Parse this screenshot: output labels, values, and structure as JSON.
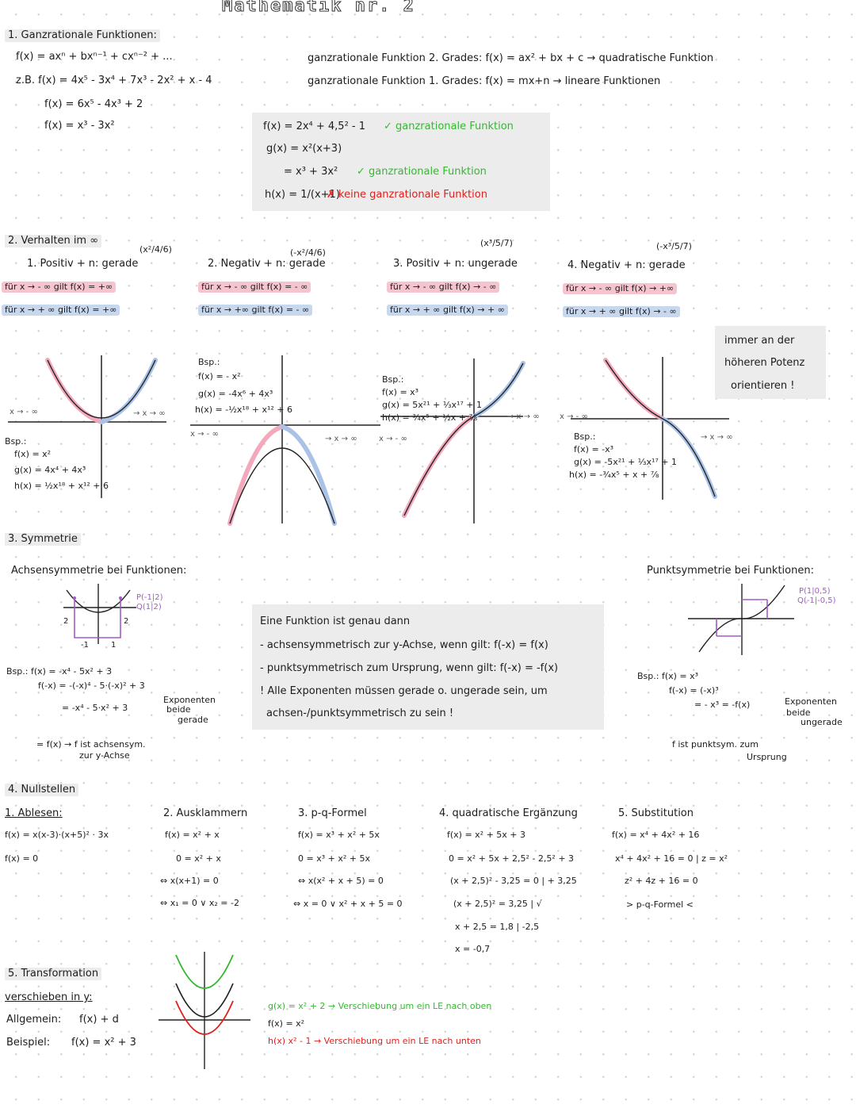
{
  "title": "Mathematik nr. 2",
  "s1": {
    "heading": "1. Ganzrationale Funktionen:",
    "l1": "f(x) = axⁿ + bxⁿ⁻¹ + cxⁿ⁻² + ...",
    "l2": "z.B. f(x) = 4x⁵ - 3x⁴ + 7x³ - 2x² + x - 4",
    "l3": "f(x) = 6x⁵ - 4x³ + 2",
    "l4": "f(x) = x³ - 3x²",
    "r1": "ganzrationale Funktion 2. Grades: f(x) = ax² + bx + c → quadratische Funktion",
    "r2": "ganzrationale Funktion 1. Grades: f(x) = mx+n → lineare Funktionen",
    "b1": "f(x) = 2x⁴ + 4,5² - 1",
    "b1c": "✓ ganzrationale Funktion",
    "b2": "g(x) = x²(x+3)",
    "b3": "= x³ + 3x²",
    "b3c": "✓ ganzrationale Funktion",
    "b4": "h(x) = 1/(x+1)",
    "b4c": "✗ keine ganzrationale Funktion"
  },
  "s2": {
    "heading": "2. Verhalten im ∞",
    "c1": {
      "sig": "(x²/4/6)",
      "name": "1. Positiv + n: gerade",
      "a": "für x → - ∞ gilt f(x) = +∞",
      "b": "für x → + ∞ gilt f(x) = +∞"
    },
    "c2": {
      "sig": "(-x²/4/6)",
      "name": "2. Negativ + n: gerade",
      "a": "für x → - ∞ gilt f(x) = - ∞",
      "b": "für x → +∞ gilt f(x) = - ∞"
    },
    "c3": {
      "sig": "(x³/5/7)",
      "name": "3. Positiv + n: ungerade",
      "a": "für x → - ∞ gilt f(x) → - ∞",
      "b": "für x → + ∞ gilt f(x) → + ∞"
    },
    "c4": {
      "sig": "(-x³/5/7)",
      "name": "4. Negativ + n: gerade",
      "a": "für x → - ∞ gilt f(x) → +∞",
      "b": "für x → + ∞ gilt f(x) → - ∞"
    },
    "note1": "immer an der",
    "note2": "höheren Potenz",
    "note3": "orientieren !",
    "xneg": "x → - ∞",
    "xpos": "→ x → ∞",
    "e1": {
      "bsp": "Bsp.:",
      "f": "f(x) = x²",
      "g": "g(x) = 4x⁴ + 4x³",
      "h": "h(x) = ½x¹⁸ + x¹² + 6"
    },
    "e2": {
      "bsp": "Bsp.:",
      "f": "f(x) = - x²",
      "g": "g(x) = -4x⁶ + 4x³",
      "h": "h(x) = -½x¹⁸ + x¹² + 6"
    },
    "e3": {
      "bsp": "Bsp.:",
      "f": "f(x) = x³",
      "g": "g(x) = 5x²¹ + ⅓x¹⁷ + 1",
      "h": "h(x) = ¾x⁵ + ½x + ⅞"
    },
    "e4": {
      "bsp": "Bsp.:",
      "f": "f(x) = -x³",
      "g": "g(x) = -5x²¹ + ⅓x¹⁷ + 1",
      "h": "h(x) = -¾x⁵ + x + ⅞"
    }
  },
  "s3": {
    "heading": "3. Symmetrie",
    "left_title": "Achsensymmetrie bei Funktionen:",
    "pl": "P(-1|2)",
    "ql": "Q(1|2)",
    "l_ex1": "Bsp.: f(x) = -x⁴ - 5x² + 3",
    "l_ex2": "f(-x) = -(-x)⁴ - 5·(-x)² + 3",
    "l_ex3": "= -x⁴ - 5·x² + 3",
    "l_note1": "Exponenten",
    "l_note2": "beide",
    "l_note3": "gerade",
    "l_res1": "= f(x) → f ist achsensym.",
    "l_res2": "zur y-Achse",
    "c1": "Eine Funktion ist genau dann",
    "c2": "- achsensymmetrisch zur y-Achse, wenn gilt: f(-x) = f(x)",
    "c3": "- punktsymmetrisch zum Ursprung, wenn gilt: f(-x) = -f(x)",
    "c4": "! Alle Exponenten müssen gerade o. ungerade sein, um",
    "c5": "achsen-/punktsymmetrisch zu sein !",
    "right_title": "Punktsymmetrie bei Funktionen:",
    "pr": "P(1|0,5)",
    "qr": "Q(-1|-0,5)",
    "r_ex1": "Bsp.: f(x) = x³",
    "r_ex2": "f(-x) = (-x)³",
    "r_ex3": "= - x³ = -f(x)",
    "r_note1": "Exponenten",
    "r_note2": "beide",
    "r_note3": "ungerade",
    "r_res1": "f ist punktsym. zum",
    "r_res2": "Ursprung"
  },
  "s4": {
    "heading": "4. Nullstellen",
    "a_t": "1. Ablesen:",
    "a1": "f(x) = x(x-3)·(x+5)² · 3x",
    "a2": "f(x) = 0",
    "b_t": "2. Ausklammern",
    "b1": "f(x) = x² + x",
    "b2": "0 = x² + x",
    "b3": "⇔ x(x+1) = 0",
    "b4": "⇔ x₁ = 0  ∨  x₂ = -2",
    "c_t": "3. p-q-Formel",
    "c1": "f(x) = x³ + x² + 5x",
    "c2": "0 = x³ + x² + 5x",
    "c3": "⇔ x(x² + x + 5) = 0",
    "c4": "⇔ x = 0  ∨  x² + x + 5 = 0",
    "d_t": "4. quadratische Ergänzung",
    "d1": "f(x) = x² + 5x + 3",
    "d2": "0 = x² + 5x + 2,5² - 2,5² + 3",
    "d3": "(x + 2,5)² - 3,25 = 0   | + 3,25",
    "d4": "(x + 2,5)² = 3,25  | √",
    "d5": "x + 2,5 = 1,8  | -2,5",
    "d6": "x = -0,7",
    "e_t": "5. Substitution",
    "e1": "f(x) = x⁴ + 4x² + 16",
    "e2": "x⁴ + 4x² + 16 = 0   | z = x²",
    "e3": "z² + 4z + 16 = 0",
    "e4": "> p-q-Formel <"
  },
  "s5": {
    "heading": "5. Transformation",
    "sub": "verschieben in y:",
    "gen_l": "Allgemein:",
    "gen_v": "f(x) + d",
    "ex_l": "Beispiel:",
    "ex_v": "f(x) = x² + 3",
    "g": "g(x) = x² + 2 → Verschiebung um ein LE nach oben",
    "f": "f(x) = x²",
    "h": "h(x) x² - 1 → Verschiebung um ein LE nach unten"
  },
  "colors": {
    "pink": "#f3a9bb",
    "blue": "#a9c2e6",
    "green": "#34b830",
    "red": "#e0201c",
    "box": "#ececec"
  }
}
